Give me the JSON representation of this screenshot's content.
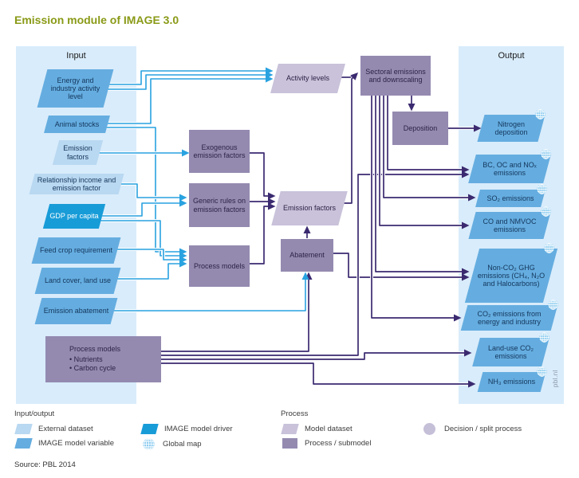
{
  "title": "Emission module of IMAGE 3.0",
  "source": "Source: PBL 2014",
  "watermark": "pbl.nl",
  "palette": {
    "external_dataset": "#b9d8f1",
    "image_model_variable": "#65ade0",
    "image_model_driver": "#189cd8",
    "model_dataset": "#c9c2da",
    "process_submodel": "#948ab0",
    "decision_split_process": "#c6bfd8",
    "blue_line": "#29a2e0",
    "purple_line": "#3b2a70",
    "panel_background": "#d9ecfb",
    "title_color": "#8a9a17"
  },
  "input_panel": {
    "header": "Input",
    "boxes": [
      {
        "label": "Energy and industry activity level",
        "type": "IMAGE model variable"
      },
      {
        "label": "Animal stocks",
        "type": "IMAGE model variable"
      },
      {
        "label": "Emission factors",
        "type": "External dataset"
      },
      {
        "label": "Relationship income and emission factor",
        "type": "External dataset"
      },
      {
        "label": "GDP per capita",
        "type": "IMAGE model driver"
      },
      {
        "label": "Feed crop requirement",
        "type": "IMAGE model variable"
      },
      {
        "label": "Land cover, land use",
        "type": "IMAGE model variable"
      },
      {
        "label": "Emission abatement",
        "type": "IMAGE model variable"
      }
    ],
    "process_models_box": {
      "title": "Process models",
      "items": [
        "•   Nutrients",
        "•   Carbon cycle"
      ]
    }
  },
  "process": {
    "activity_levels": "Activity levels",
    "sectoral": "Sectoral emissions and downscaling",
    "deposition": "Deposition",
    "exogenous": "Exogenous emission factors",
    "generic_rules": "Generic rules on emission factors",
    "process_models": "Process models",
    "emission_factors": "Emission factors",
    "abatement": "Abatement"
  },
  "output_panel": {
    "header": "Output",
    "boxes": [
      {
        "label": "Nitrogen deposition",
        "global_map": true
      },
      {
        "label": "BC, OC and NOₓ emissions",
        "global_map": true
      },
      {
        "label": "SO₂ emissions",
        "global_map": true
      },
      {
        "label": "CO and NMVOC emissions",
        "global_map": true
      },
      {
        "label": "Non-CO₂ GHG emissions (CH₄, N₂O and Halocarbons)",
        "global_map": true
      },
      {
        "label": "CO₂ emissions from energy and industry",
        "global_map": true
      },
      {
        "label": "Land-use CO₂ emissions",
        "global_map": true
      },
      {
        "label": "NH₃ emissions",
        "global_map": true
      }
    ]
  },
  "legend": {
    "input_output": {
      "header": "Input/output",
      "items": [
        {
          "label": "External dataset"
        },
        {
          "label": "IMAGE model variable"
        },
        {
          "label": "IMAGE model driver"
        },
        {
          "label": "Global map"
        }
      ]
    },
    "process": {
      "header": "Process",
      "items": [
        {
          "label": "Model dataset"
        },
        {
          "label": "Process / submodel"
        },
        {
          "label": "Decision / split process"
        }
      ]
    }
  }
}
